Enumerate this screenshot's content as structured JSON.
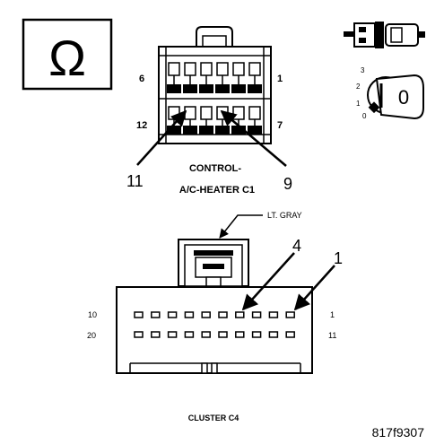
{
  "legend_symbol": {
    "glyph": "Ω",
    "icon": "ohm-symbol-icon"
  },
  "connector_c1": {
    "pin_label_top_left": "6",
    "pin_label_top_right": "1",
    "pin_label_bottom_left": "12",
    "pin_label_bottom_right": "7",
    "callout_left": "11",
    "callout_right": "9",
    "title_line1": "CONTROL-",
    "title_line2": "A/C-HEATER C1"
  },
  "ignition_key": {
    "icon": "ignition-key-icon",
    "position_labels": [
      "3",
      "2",
      "1",
      "0"
    ],
    "current_position": "0"
  },
  "connector_c4": {
    "color_label": "LT. GRAY",
    "callout_left": "4",
    "callout_right": "1",
    "pin_label_top_left": "10",
    "pin_label_top_right": "1",
    "pin_label_bottom_left": "20",
    "pin_label_bottom_right": "11",
    "title": "CLUSTER C4"
  },
  "figure_id": "817f9307"
}
